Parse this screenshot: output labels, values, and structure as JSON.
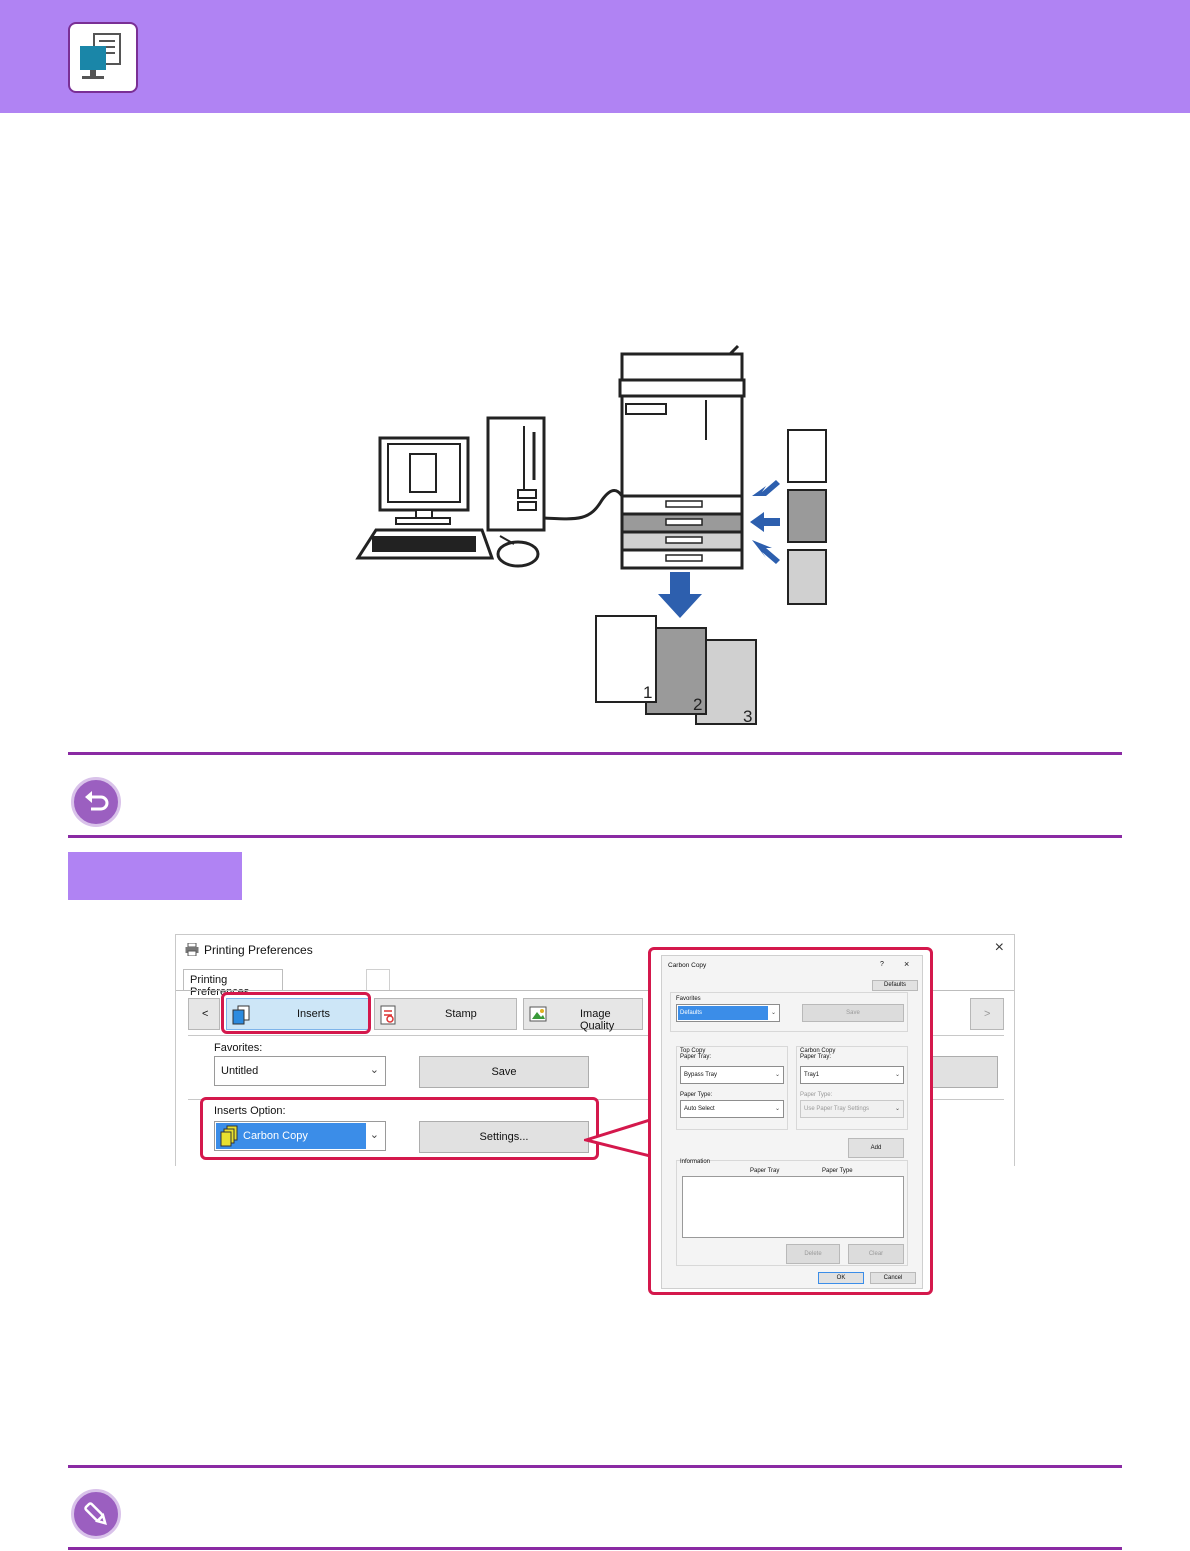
{
  "colors": {
    "header": "#b083f3",
    "rule": "#8a2aa3",
    "highlight": "#d4184c",
    "selection": "#3b8de8"
  },
  "header": {
    "icon": "printer-computer-icon"
  },
  "illustration": {
    "icons": [
      "computer-icon",
      "copier-icon",
      "arrow-icon",
      "paper-icon"
    ],
    "page_numbers": [
      "1",
      "2",
      "3"
    ]
  },
  "note_icons": {
    "return": "return-arrow-icon",
    "pencil": "pencil-icon"
  },
  "printing_preferences": {
    "window_title": "Printing Preferences",
    "tab_label": "Printing Preferences",
    "nav_prev": "<",
    "nav_next": ">",
    "nav_items": [
      "Inserts",
      "Stamp",
      "Image Quality"
    ],
    "favorites_label": "Favorites:",
    "favorites_value": "Untitled",
    "save_label": "Save",
    "inserts_option_label": "Inserts Option:",
    "inserts_option_value": "Carbon Copy",
    "settings_label": "Settings..."
  },
  "carbon_copy": {
    "title": "Carbon Copy",
    "help": "?",
    "close": "×",
    "defaults_button": "Defaults",
    "favorites_label": "Favorites",
    "favorites_value": "Defaults",
    "save_button": "Save",
    "top_copy_label": "Top Copy",
    "top_paper_tray_label": "Paper Tray:",
    "top_paper_tray_value": "Bypass Tray",
    "top_paper_type_label": "Paper Type:",
    "top_paper_type_value": "Auto Select",
    "carbon_copy_label": "Carbon Copy",
    "cc_paper_tray_label": "Paper Tray:",
    "cc_paper_tray_value": "Tray1",
    "cc_paper_type_label": "Paper Type:",
    "cc_paper_type_value": "Use Paper Tray Settings",
    "add_button": "Add",
    "information_label": "Information",
    "col_paper_tray": "Paper Tray",
    "col_paper_type": "Paper Type",
    "delete_button": "Delete",
    "clear_button": "Clear",
    "ok_button": "OK",
    "cancel_button": "Cancel"
  }
}
